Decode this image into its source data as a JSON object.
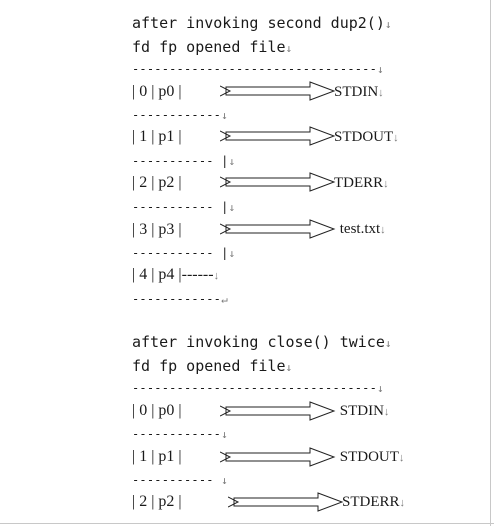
{
  "section1": {
    "title": "after invoking second dup2()",
    "header": "fd fp opened file",
    "top_rule": "---------------------------------",
    "rows": [
      {
        "text": "| 0 | p0 |",
        "file": "STDIN"
      },
      {
        "text": "| 1 | p1 |",
        "file": "STDOUT"
      },
      {
        "text": "| 2 | p2 |",
        "file": "TDERR"
      },
      {
        "text": "| 3 | p3 |",
        "file": " test.txt"
      },
      {
        "text": "| 4 | p4 |------",
        "file": ""
      }
    ],
    "rules": [
      "------------",
      "----------- |",
      "----------- |",
      "----------- |",
      "------------"
    ]
  },
  "section2": {
    "title": "after invoking close() twice",
    "header": "fd fp opened file",
    "top_rule": "---------------------------------",
    "rows": [
      {
        "text": "| 0 | p0 |",
        "file": " STDIN"
      },
      {
        "text": "| 1 | p1 |",
        "file": " STDOUT"
      },
      {
        "text": "| 2 | p2 |",
        "file": "STDERR"
      }
    ],
    "rules": [
      "------------",
      "----------- "
    ]
  },
  "marks": {
    "down": "↓",
    "para": "↵"
  }
}
